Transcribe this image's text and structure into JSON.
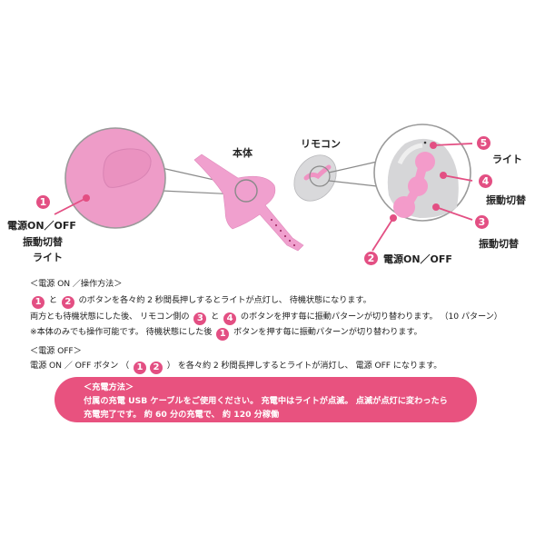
{
  "diagram": {
    "body_label": "本体",
    "remote_label": "リモコン",
    "callouts": [
      {
        "num": "1",
        "lines": [
          "電源ON／OFF",
          "振動切替",
          "ライト"
        ]
      },
      {
        "num": "2",
        "text": "電源ON／OFF"
      },
      {
        "num": "3",
        "text": "振動切替"
      },
      {
        "num": "4",
        "text": "振動切替"
      },
      {
        "num": "5",
        "text": "ライト"
      }
    ]
  },
  "power_on": {
    "heading": "＜電源 ON ／操作方法＞",
    "line1": {
      "b1": "1",
      "mid": "と",
      "b2": "2",
      "rest": "のボタンを各々約 2 秒間長押しするとライトが点灯し、 待機状態になります。"
    },
    "line2": {
      "pre": "両方とも待機状態にした後、 リモコン側の",
      "b3": "3",
      "mid": "と",
      "b4": "4",
      "rest": "のボタンを押す毎に振動パターンが切り替わります。 （10 パターン）"
    },
    "line3": {
      "pre": "※本体のみでも操作可能です。 待機状態にした後",
      "b1": "1",
      "rest": "ボタンを押す毎に振動パターンが切り替わります。"
    }
  },
  "power_off": {
    "heading": "＜電源 OFF＞",
    "pre": "電源 ON ／ OFF ボタン （",
    "b1": "1",
    "b2": "2",
    "rest": "） を各々約 2 秒間長押しするとライトが消灯し、 電源 OFF になります。"
  },
  "charging": {
    "heading": "＜充電方法＞",
    "line1": "付属の充電 USB ケーブルをご使用ください。 充電中はライトが点滅。 点滅が点灯に変わったら",
    "line2": "充電完了です。 約 60 分の充電で、 約 120 分稼働"
  },
  "colors": {
    "accent": "#e34f83",
    "pill": "#e8527f",
    "product_pink": "#ee9cc8",
    "remote_gray": "#d8d8da"
  }
}
